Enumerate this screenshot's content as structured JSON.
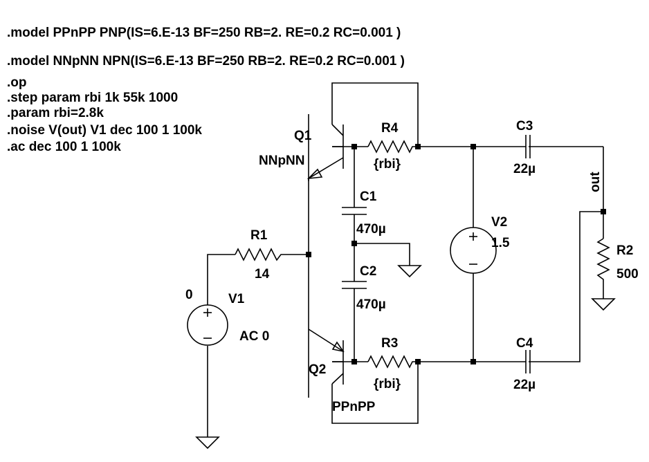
{
  "directives": {
    "model_pnp": ".model PPnPP PNP(IS=6.E-13  BF=250 RB=2. RE=0.2 RC=0.001 )",
    "model_npn": ".model NNpNN NPN(IS=6.E-13  BF=250 RB=2. RE=0.2 RC=0.001 )",
    "op": ".op",
    "step": ".step param rbi 1k 55k 1000",
    "param": ".param rbi=2.8k",
    "noise": ".noise V(out) V1 dec 100 1 100k",
    "ac": ".ac dec 100 1 100k"
  },
  "components": {
    "q1": {
      "name": "Q1",
      "model": "NNpNN"
    },
    "q2": {
      "name": "Q2",
      "model": "PPnPP"
    },
    "r1": {
      "name": "R1",
      "value": "14"
    },
    "r2": {
      "name": "R2",
      "value": "500"
    },
    "r3": {
      "name": "R3",
      "value": "{rbi}"
    },
    "r4": {
      "name": "R4",
      "value": "{rbi}"
    },
    "c1": {
      "name": "C1",
      "value": "470µ"
    },
    "c2": {
      "name": "C2",
      "value": "470µ"
    },
    "c3": {
      "name": "C3",
      "value": "22µ"
    },
    "c4": {
      "name": "C4",
      "value": "22µ"
    },
    "v1": {
      "name": "V1",
      "value": "AC 0",
      "dc": "0"
    },
    "v2": {
      "name": "V2",
      "value": "1.5"
    }
  },
  "nets": {
    "out": "out"
  }
}
